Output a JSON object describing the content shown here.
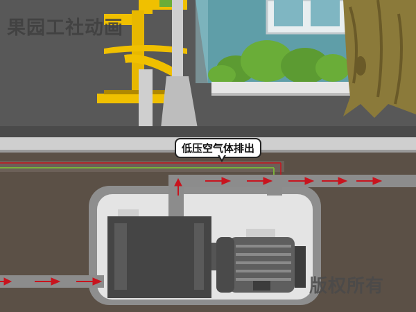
{
  "watermark": {
    "title": "果园工社动画",
    "copyright": "版权所有"
  },
  "callout": {
    "text": "低压空气体排出"
  },
  "colors": {
    "sky_ground": "#555555",
    "soil": "#5b5046",
    "pipe": "#8c8c8c",
    "arrow": "#c8141e",
    "yellow_equipment": "#f0c000",
    "building_wall": "#5f9ea8",
    "tree": "#8b7a3a",
    "grass": "#4f9a2c"
  },
  "icons": [
    "fitness-equipment",
    "tree",
    "building-window",
    "bushes",
    "generator-box",
    "electric-motor",
    "arrow-right-icon",
    "arrow-up-icon"
  ]
}
